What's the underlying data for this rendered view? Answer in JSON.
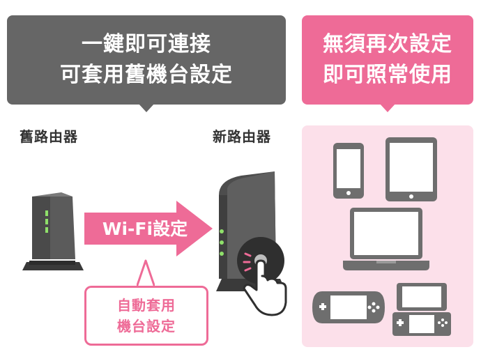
{
  "left_bubble": {
    "line1": "一鍵即可連接",
    "line2": "可套用舊機台設定"
  },
  "right_bubble": {
    "line1": "無須再次設定",
    "line2": "即可照常使用"
  },
  "old_router_label": "舊路由器",
  "new_router_label": "新路由器",
  "arrow_label": "Wi-Fi設定",
  "auto_box": {
    "line1": "自動套用",
    "line2": "機台設定"
  },
  "colors": {
    "pink": "#ee6b97",
    "gray": "#666666",
    "light_pink": "#fce0ea",
    "device_gray": "#6e6e6e"
  },
  "icons": [
    "router-icon",
    "hand-pointer-icon",
    "smartphone-icon",
    "tablet-icon",
    "laptop-icon",
    "handheld-console-icon",
    "dual-screen-console-icon"
  ]
}
